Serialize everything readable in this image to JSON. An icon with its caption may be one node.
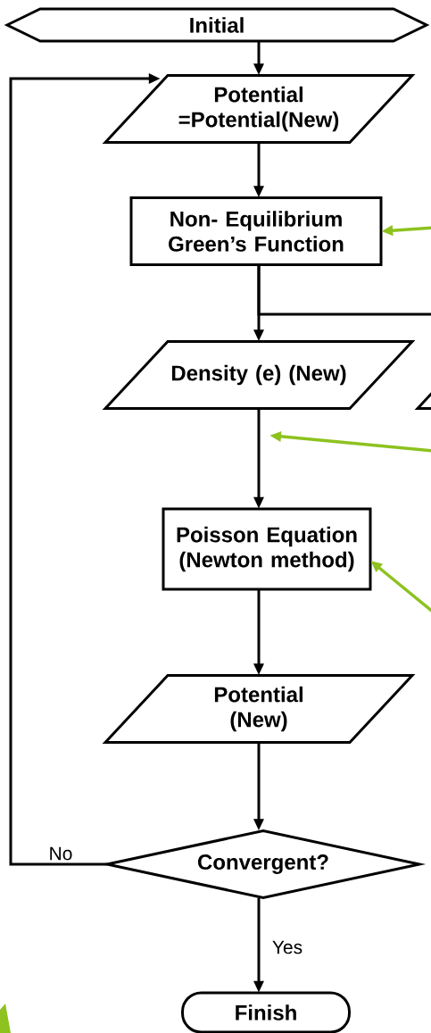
{
  "diagram": {
    "nodes": [
      {
        "text": [
          "Initial"
        ]
      },
      {
        "text": [
          "Potential =Potential(New)"
        ]
      },
      {
        "text": [
          "Non- Equilibrium Green’s Function"
        ]
      },
      {
        "text": [
          "Density (e) (New)"
        ]
      },
      {
        "text": [],
        "shape": "parallelogram"
      },
      {
        "text": [
          "Poisson Equation (Newton method)"
        ]
      },
      {
        "text": [
          "Potential (New)"
        ]
      },
      {
        "text": [
          "Convergent?"
        ]
      },
      {
        "text": [
          "Finish"
        ]
      }
    ],
    "edges": [
      {
        "from": 0,
        "to": 1,
        "arrow": "to"
      },
      {
        "from": 1,
        "to": 2,
        "arrow": "to"
      },
      {
        "from": 2,
        "to": 3,
        "arrow": "to"
      },
      {
        "from": 2,
        "to": 4,
        "arrow": "none"
      },
      {
        "from": 3,
        "to": 5,
        "arrow": "to"
      },
      {
        "from": 5,
        "to": 6,
        "arrow": "to"
      },
      {
        "from": 6,
        "to": 7,
        "arrow": "to"
      },
      {
        "from": 7,
        "to": 1,
        "arrow": "to",
        "label": "No"
      },
      {
        "from": 7,
        "to": 8,
        "arrow": "to",
        "label": "Yes"
      },
      {
        "from": null,
        "to": 2,
        "arrow": "to",
        "color": "#8dc21f"
      },
      {
        "from": null,
        "to": 3,
        "arrow": "to",
        "color": "#8dc21f"
      },
      {
        "from": null,
        "to": 5,
        "arrow": "to",
        "color": "#8dc21f"
      }
    ]
  }
}
